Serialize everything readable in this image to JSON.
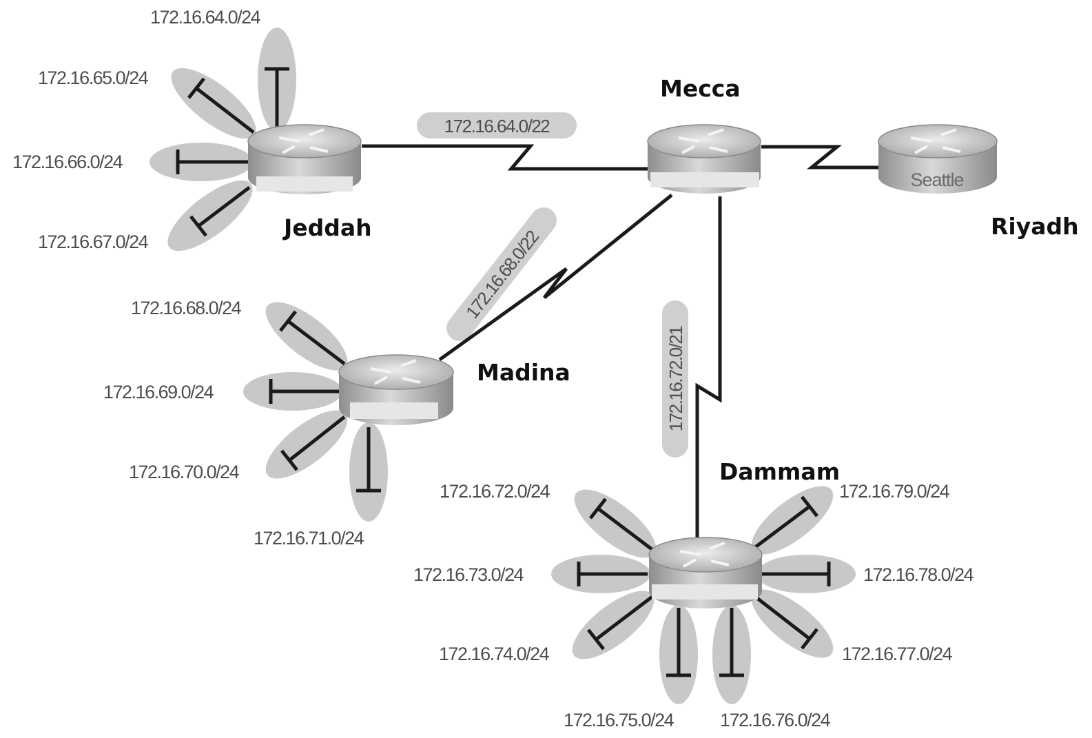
{
  "colors": {
    "petal": "#c8c8c8",
    "line": "#1a1a1a",
    "router_body": "#b8b8b8",
    "router_top": "#dcdcdc",
    "label_pill": "#cfcfcf"
  },
  "icons": [
    "router-icon",
    "lan-segment-icon",
    "serial-link-icon"
  ],
  "routers": {
    "jeddah": {
      "name": "Jeddah"
    },
    "mecca": {
      "name": "Mecca"
    },
    "riyadh": {
      "name": "Riyadh",
      "badge": "Seattle"
    },
    "madina": {
      "name": "Madina"
    },
    "dammam": {
      "name": "Dammam"
    }
  },
  "links": {
    "jeddah_mecca": "172.16.64.0/22",
    "madina_mecca": "172.16.68.0/22",
    "dammam_mecca": "172.16.72.0/21"
  },
  "subnets": {
    "jeddah": [
      "172.16.64.0/24",
      "172.16.65.0/24",
      "172.16.66.0/24",
      "172.16.67.0/24"
    ],
    "madina": [
      "172.16.68.0/24",
      "172.16.69.0/24",
      "172.16.70.0/24",
      "172.16.71.0/24"
    ],
    "dammam": [
      "172.16.72.0/24",
      "172.16.73.0/24",
      "172.16.74.0/24",
      "172.16.75.0/24",
      "172.16.76.0/24",
      "172.16.77.0/24",
      "172.16.78.0/24",
      "172.16.79.0/24"
    ]
  }
}
